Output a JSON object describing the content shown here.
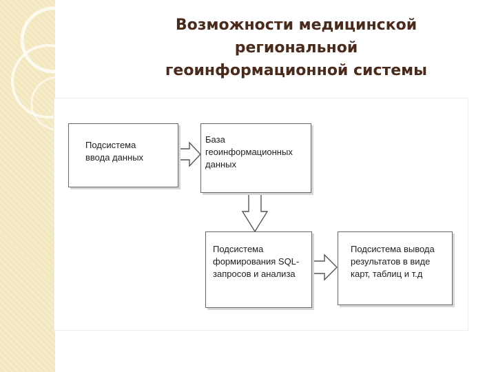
{
  "title": {
    "line1": "Возможности медицинской",
    "line2": "региональной",
    "line3": "геоинформационной системы"
  },
  "diagram": {
    "input_subsystem": {
      "line1": "Подсистема",
      "line2": "ввода данных"
    },
    "geo_database": {
      "line1": "База",
      "line2": "геоинформационных",
      "line3": "данных"
    },
    "sql_subsystem": {
      "line1": "Подсистема",
      "line2": "формирования SQL-",
      "line3": "запросов и анализа"
    },
    "output_subsystem": {
      "line1": "Подсистема вывода",
      "line2": "результатов в виде",
      "line3": "карт, таблиц и т.д"
    }
  },
  "colors": {
    "title_text": "#4a2a1a",
    "side_strip": "#f3e7be",
    "box_border": "#666666"
  }
}
